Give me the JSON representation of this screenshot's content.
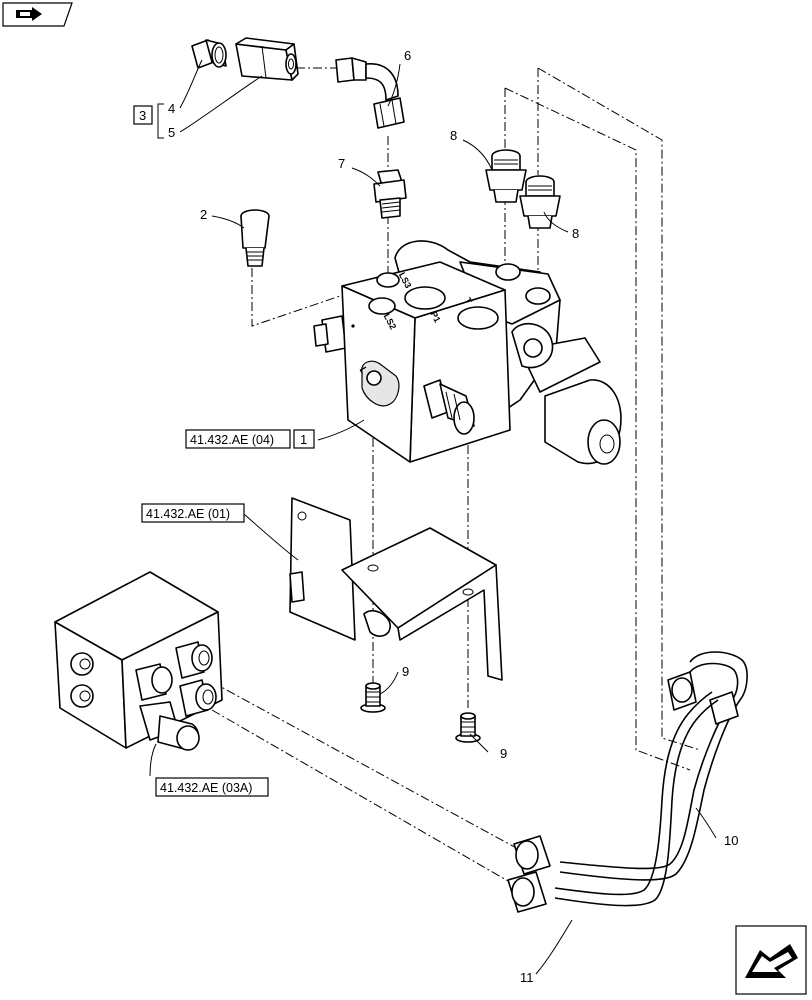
{
  "callouts": {
    "c1": "1",
    "c2": "2",
    "c3": "3",
    "c4": "4",
    "c5": "5",
    "c6": "6",
    "c7": "7",
    "c8a": "8",
    "c8b": "8",
    "c9a": "9",
    "c9b": "9",
    "c10": "10",
    "c11": "11"
  },
  "refs": {
    "valve": "41.432.AE (04)",
    "bracket": "41.432.AE (01)",
    "block": "41.432.AE (03A)"
  },
  "port_labels": {
    "ls3": "LS3",
    "ls2": "LS2",
    "p1": "P1",
    "t": "T",
    "l": "L"
  },
  "icons": {
    "top_left": "previous-page-icon",
    "bottom_right": "next-page-icon"
  }
}
